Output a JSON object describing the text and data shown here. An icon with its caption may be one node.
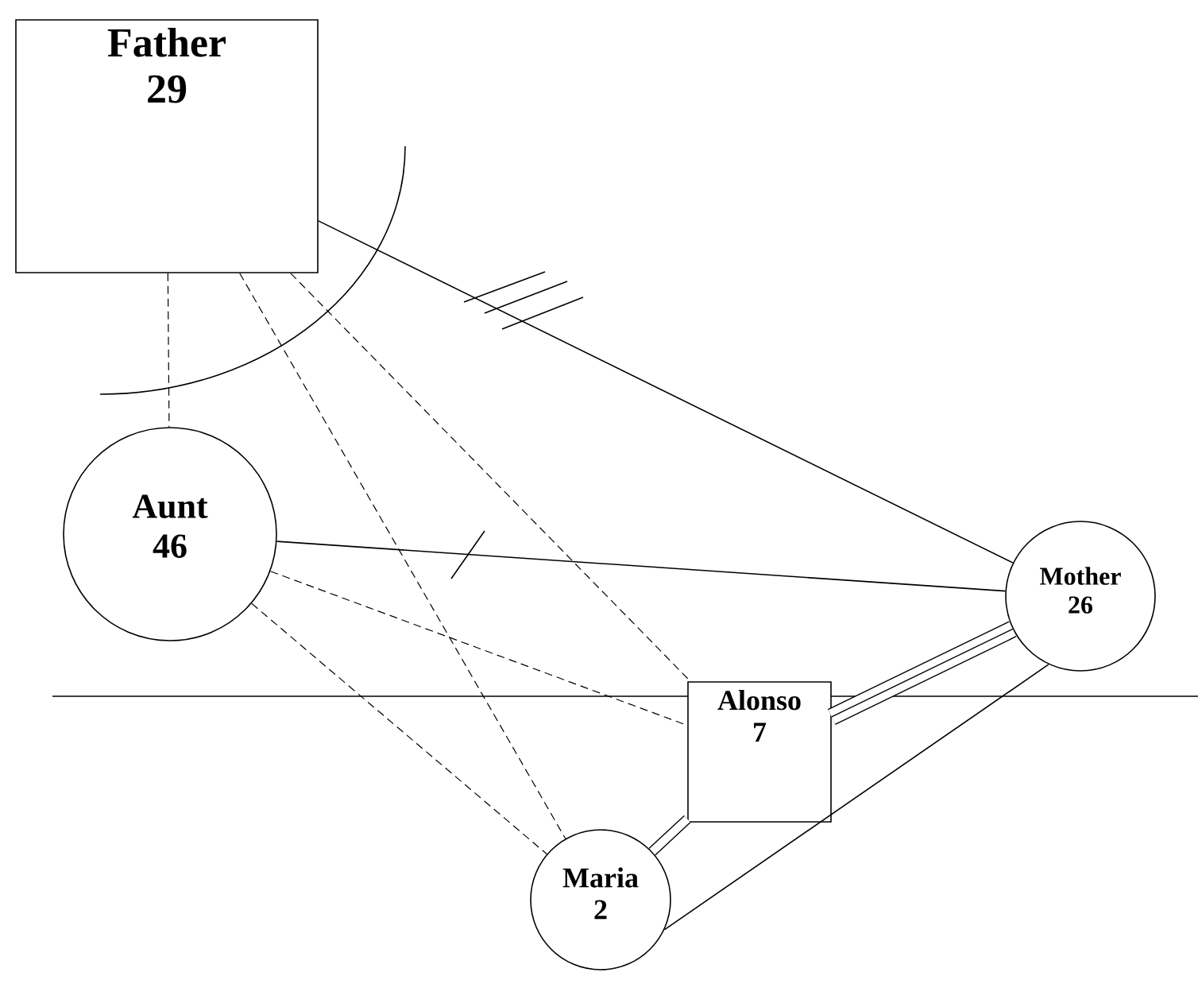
{
  "diagram": {
    "nodes": [
      {
        "text": [
          "Father",
          "29"
        ]
      },
      {
        "text": [
          "Aunt",
          "46"
        ]
      },
      {
        "text": [
          "Mother",
          "26"
        ]
      },
      {
        "text": [
          "Alonso",
          "7"
        ]
      },
      {
        "text": [
          "Maria",
          "2"
        ]
      }
    ],
    "edges": [
      {
        "from": 0,
        "to": 1,
        "arrow": "none",
        "style": "dashed"
      },
      {
        "from": 0,
        "to": 4,
        "arrow": "none",
        "style": "dashed"
      },
      {
        "from": 0,
        "to": 3,
        "arrow": "none",
        "style": "dashed"
      },
      {
        "from": 0,
        "to": 2,
        "arrow": "none"
      },
      {
        "from": 1,
        "to": 2,
        "arrow": "none"
      },
      {
        "from": 1,
        "to": 3,
        "arrow": "none",
        "style": "dashed"
      },
      {
        "from": 1,
        "to": 4,
        "arrow": "none",
        "style": "dashed"
      },
      {
        "from": 3,
        "to": 2,
        "arrow": "none",
        "style": "thick"
      },
      {
        "from": 4,
        "to": 3,
        "arrow": "none",
        "style": "thick"
      },
      {
        "from": 4,
        "to": 2,
        "arrow": "none"
      }
    ]
  }
}
